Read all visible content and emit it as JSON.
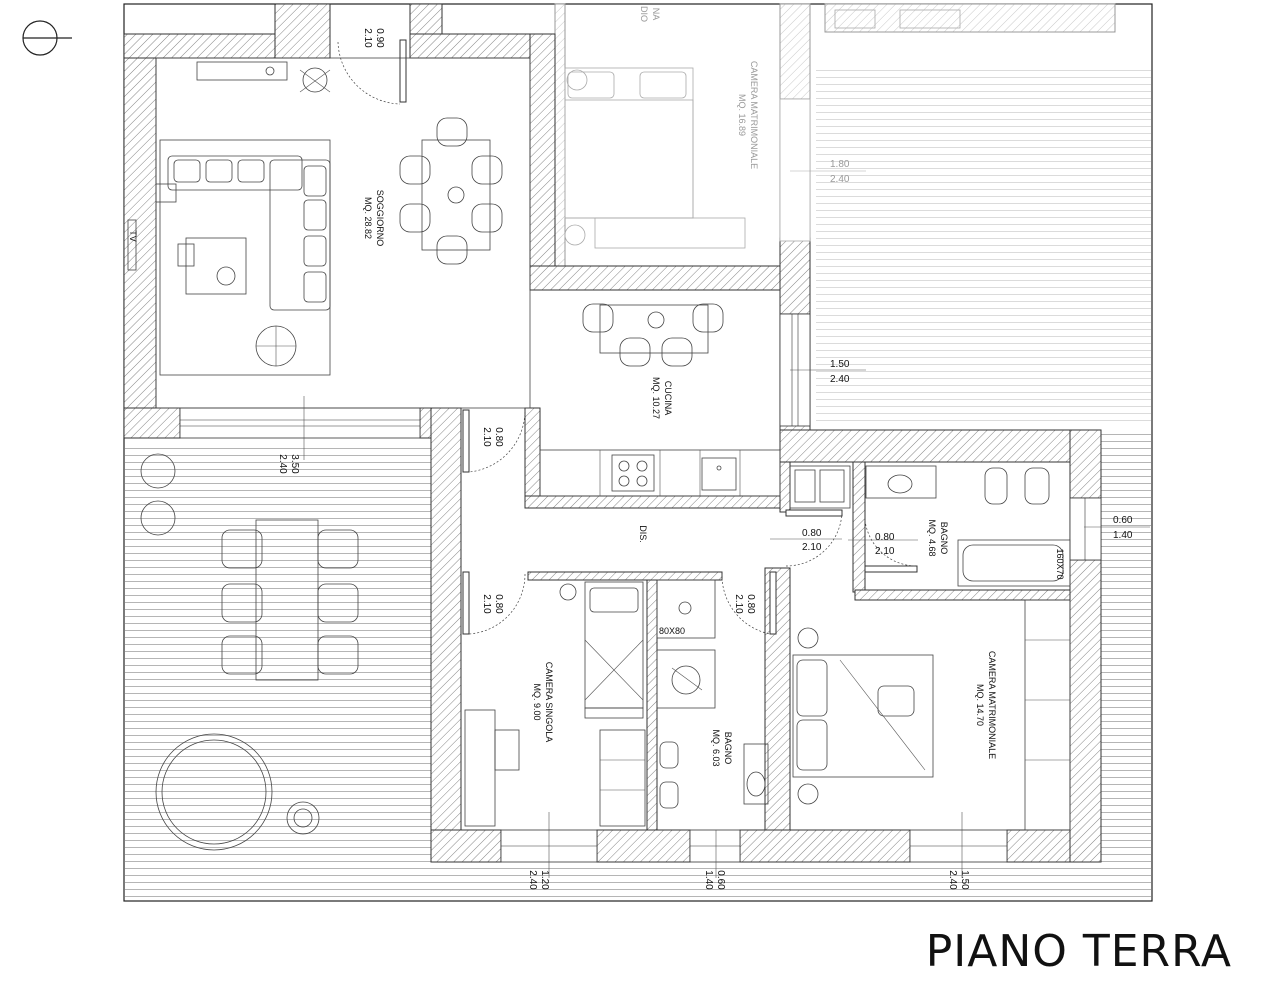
{
  "title": "PIANO TERRA",
  "rooms": {
    "soggiorno": {
      "name": "SOGGIORNO",
      "area": "MQ. 28.82"
    },
    "cucina": {
      "name": "CUCINA",
      "area": "MQ. 10.27"
    },
    "dis": {
      "name": "DIS."
    },
    "bagno_1": {
      "name": "BAGNO",
      "area": "MQ. 4.68"
    },
    "camera_singola": {
      "name": "CAMERA SINGOLA",
      "area": "MQ. 9.00"
    },
    "bagno_2": {
      "name": "BAGNO",
      "area": "MQ. 6.03"
    },
    "camera_matrimoniale": {
      "name": "CAMERA MATRIMONIALE",
      "area": "MQ. 14.70"
    },
    "camera_matrimoniale_upper": {
      "name": "CAMERA MATRIMONIALE",
      "area": "MQ. 16.89"
    },
    "cucina_studio_upper": {
      "name": "NA",
      "sub": "DIO"
    }
  },
  "dimensions": {
    "door_entry": {
      "w": "0.90",
      "h": "2.10"
    },
    "window_soggiorno": {
      "w": "3.50",
      "h": "2.40"
    },
    "door_cucina": {
      "w": "0.80",
      "h": "2.10"
    },
    "window_cucina": {
      "w": "1.50",
      "h": "2.40"
    },
    "window_upper": {
      "w": "1.80",
      "h": "2.40"
    },
    "door_bagno_1a": {
      "w": "0.80",
      "h": "2.10"
    },
    "door_bagno_1b": {
      "w": "0.80",
      "h": "2.10"
    },
    "window_bagno_1": {
      "w": "0.60",
      "h": "1.40"
    },
    "door_camera_singola": {
      "w": "0.80",
      "h": "2.10"
    },
    "door_bagno_2": {
      "w": "0.80",
      "h": "2.10"
    },
    "window_camera_singola": {
      "w": "1.20",
      "h": "2.40"
    },
    "window_bagno_2": {
      "w": "0.60",
      "h": "1.40"
    },
    "window_camera_matrimoniale": {
      "w": "1.50",
      "h": "2.40"
    }
  },
  "fixtures": {
    "bathtub": "160X70",
    "shower": "80X80",
    "tv_mark": "TV"
  }
}
